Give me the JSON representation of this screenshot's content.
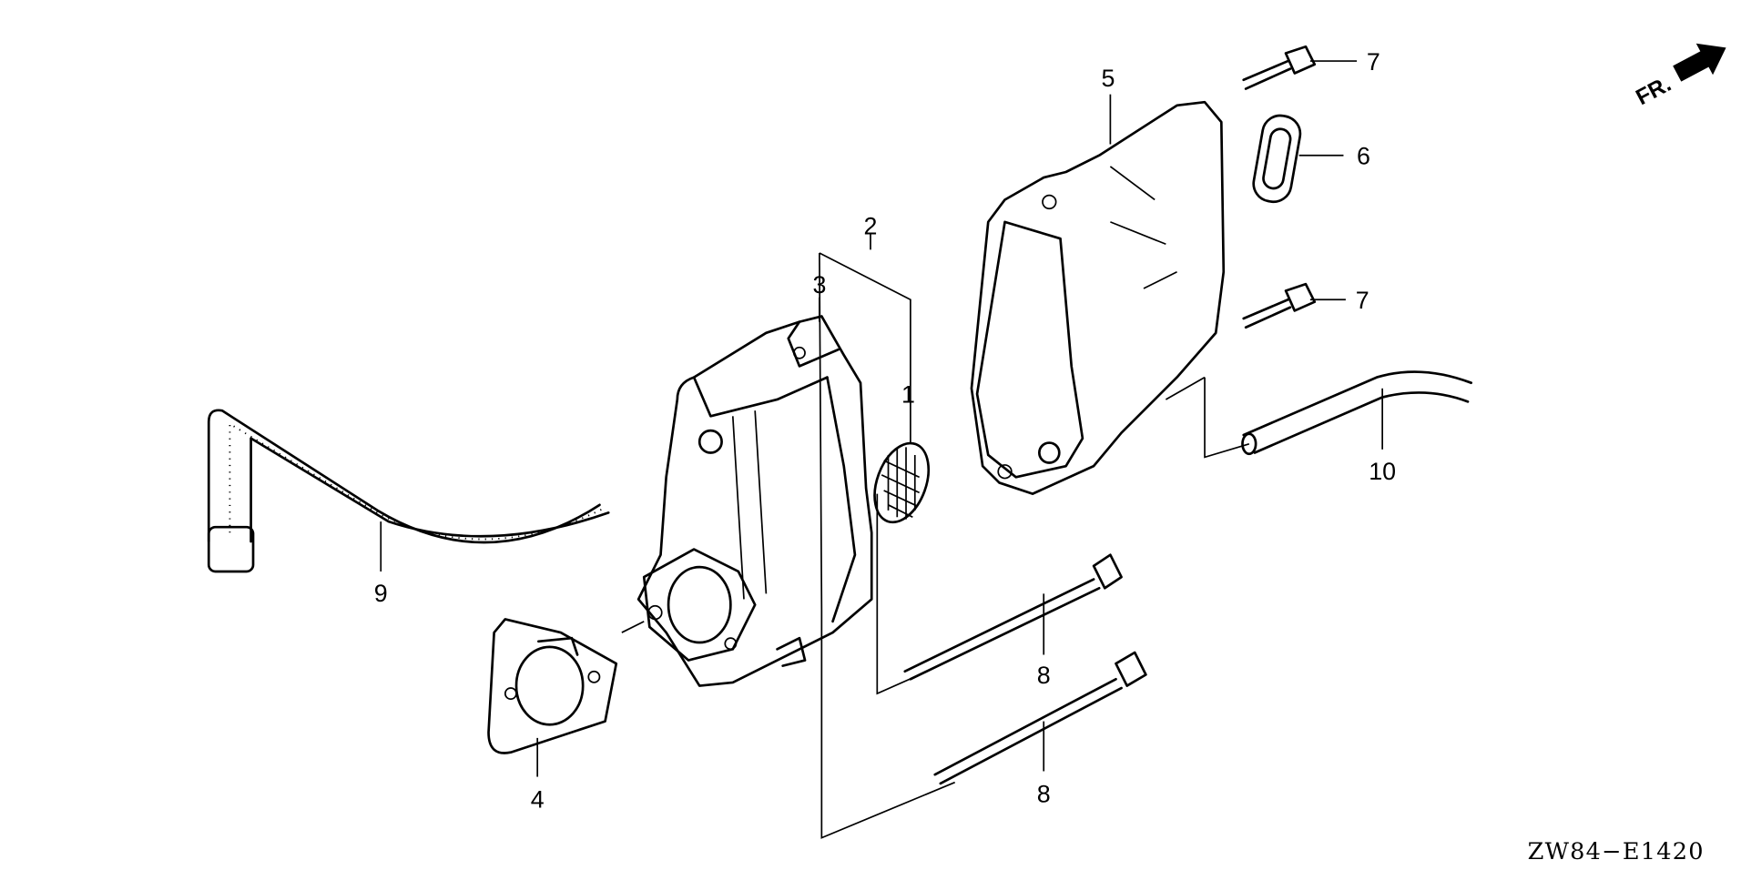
{
  "diagram": {
    "code": "ZW84−E1420",
    "direction_label": "FR.",
    "callouts": {
      "c1": "1",
      "c2": "2",
      "c3": "3",
      "c4": "4",
      "c5": "5",
      "c6": "6",
      "c7a": "7",
      "c7b": "7",
      "c8a": "8",
      "c8b": "8",
      "c9": "9",
      "c10": "10"
    }
  }
}
